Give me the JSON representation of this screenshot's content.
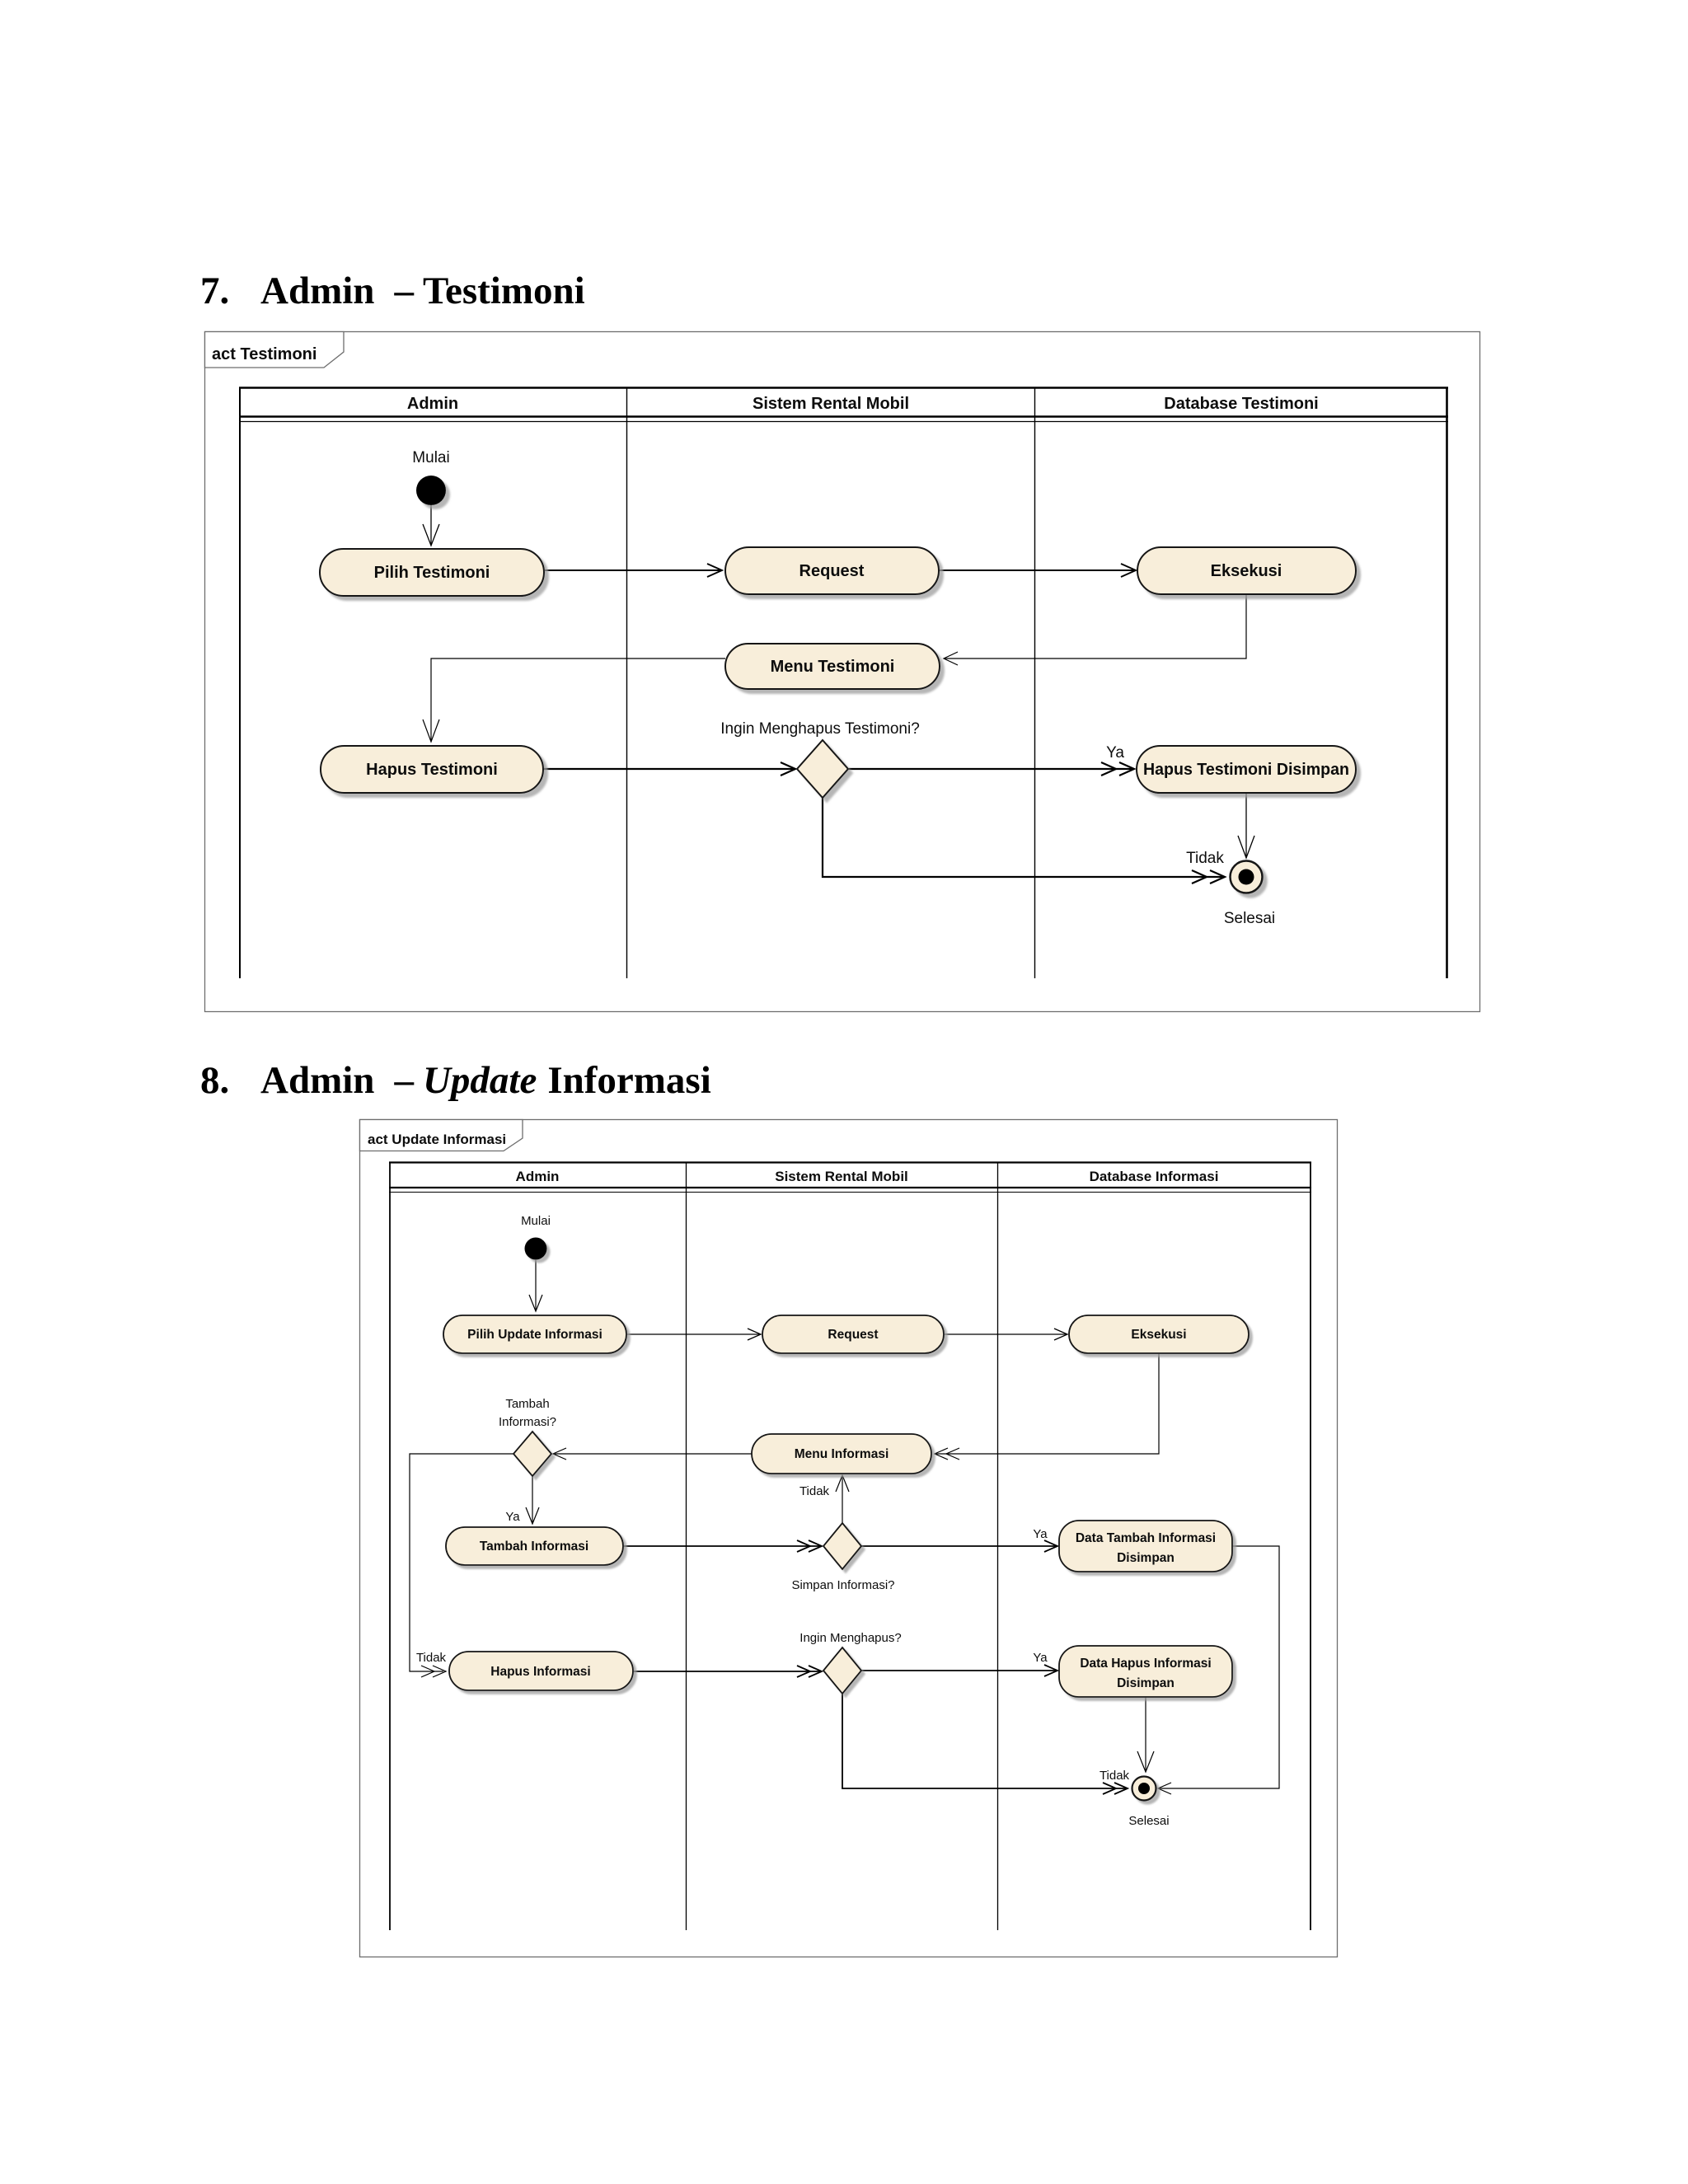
{
  "headings": {
    "h7_number": "7.",
    "h7_title_pre": "Admin",
    "h7_dash": "–",
    "h7_title_post": "Testimoni",
    "h8_number": "8.",
    "h8_title_pre": "Admin",
    "h8_dash": "–",
    "h8_italic": "Update",
    "h8_title_post": "Informasi"
  },
  "diagram1": {
    "frame_label": "act Testimoni",
    "lanes": [
      "Admin",
      "Sistem Rental Mobil",
      "Database Testimoni"
    ],
    "labels": {
      "start": "Mulai",
      "pilih": "Pilih Testimoni",
      "request": "Request",
      "eksekusi": "Eksekusi",
      "menu": "Menu Testimoni",
      "hapus": "Hapus Testimoni",
      "question": "Ingin Menghapus Testimoni?",
      "ya": "Ya",
      "disimpan": "Hapus Testimoni Disimpan",
      "tidak": "Tidak",
      "end": "Selesai"
    }
  },
  "diagram2": {
    "frame_label": "act Update Informasi",
    "lanes": [
      "Admin",
      "Sistem Rental Mobil",
      "Database Informasi"
    ],
    "labels": {
      "start": "Mulai",
      "pilih": "Pilih Update Informasi",
      "request": "Request",
      "eksekusi": "Eksekusi",
      "q_tambah_line1": "Tambah",
      "q_tambah_line2": "Informasi?",
      "menu": "Menu Informasi",
      "tidak_menu": "Tidak",
      "ya_tambah": "Ya",
      "tambah": "Tambah Informasi",
      "q_simpan": "Simpan Informasi?",
      "ya_dtid": "Ya",
      "dtid_line1": "Data Tambah Informasi",
      "dtid_line2": "Disimpan",
      "tidak_hapus": "Tidak",
      "hapus": "Hapus Informasi",
      "q_hapus": "Ingin Menghapus?",
      "ya_dhid": "Ya",
      "dhid_line1": "Data Hapus Informasi",
      "dhid_line2": "Disimpan",
      "tidak_final": "Tidak",
      "end": "Selesai"
    },
    "colors": {
      "node_fill": "#f8eeda",
      "node_stroke": "#141414",
      "shadow": "#9e9e9e"
    }
  }
}
